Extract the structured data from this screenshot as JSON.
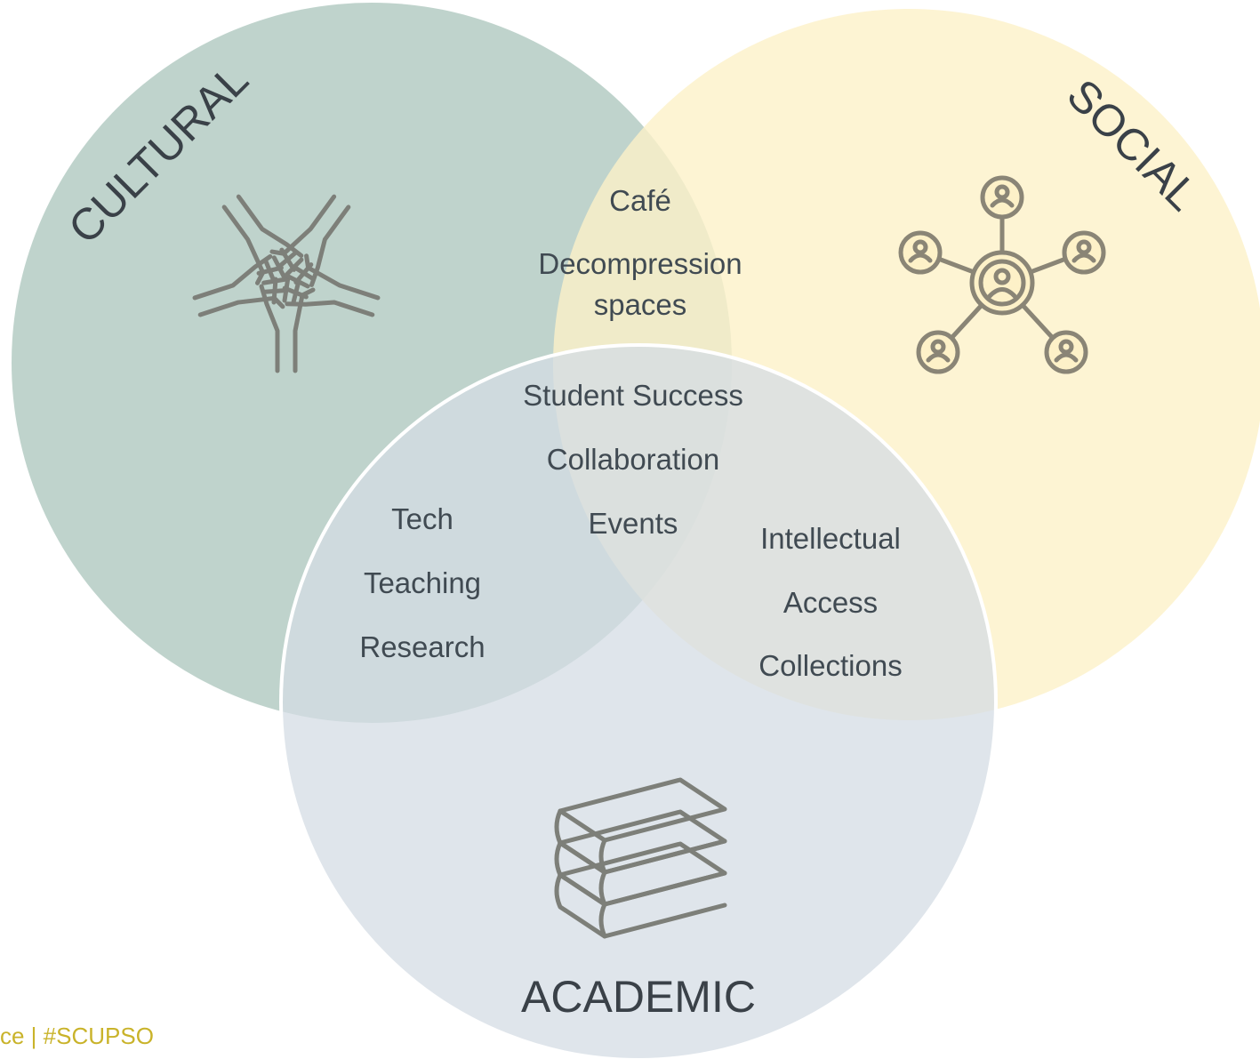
{
  "circles": {
    "cultural": {
      "title": "CULTURAL",
      "fill": "#b4cbc3",
      "icon": "hands-circle-icon"
    },
    "social": {
      "title": "SOCIAL",
      "fill": "#fdf1c8",
      "icon": "people-network-icon"
    },
    "academic": {
      "title": "ACADEMIC",
      "fill": "#d4dce4",
      "icon": "books-stack-icon"
    }
  },
  "overlaps": {
    "cultural_social": [
      "Café",
      "Decompression",
      "spaces"
    ],
    "all_three": [
      "Student Success",
      "Collaboration",
      "Events"
    ],
    "cultural_academic": [
      "Tech",
      "Teaching",
      "Research"
    ],
    "social_academic": [
      "Intellectual",
      "Access",
      "Collections"
    ]
  },
  "footer": {
    "text": "ce | #SCUPSO",
    "color": "#c9b32a"
  },
  "colors": {
    "icon_stroke": "#7d7f79",
    "text": "#404a52",
    "circle_border": "#ffffff"
  }
}
